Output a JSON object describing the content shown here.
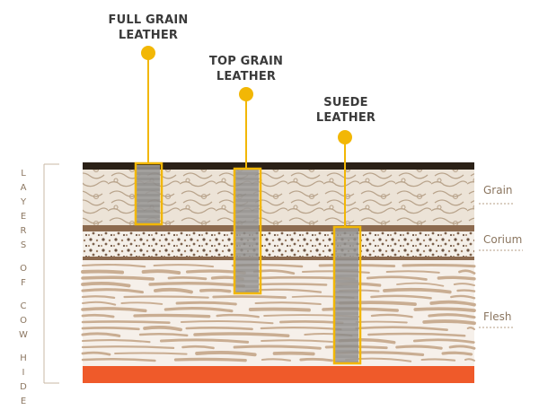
{
  "callouts": [
    {
      "line1": "FULL GRAIN",
      "line2": "LEATHER"
    },
    {
      "line1": "TOP GRAIN",
      "line2": "LEATHER"
    },
    {
      "line1": "SUEDE",
      "line2": "LEATHER"
    }
  ],
  "layers": {
    "grain": "Grain",
    "corium": "Corium",
    "flesh": "Flesh"
  },
  "side_label": {
    "words": [
      "LAYERS",
      "OF",
      "COW",
      "HIDE"
    ]
  },
  "colors": {
    "accent_yellow": "#f2b705",
    "grain_fill": "#e9dfd2",
    "grain_pattern": "#b9a48c",
    "corium_band": "#8c6a4f",
    "flesh_stripe": "#c9ad92",
    "top_band": "#2b2117",
    "bottom_band": "#ef5a2a",
    "cut_gray": "#9a9896",
    "text_dark": "#3a3a3a",
    "text_brown": "#8b7660"
  }
}
